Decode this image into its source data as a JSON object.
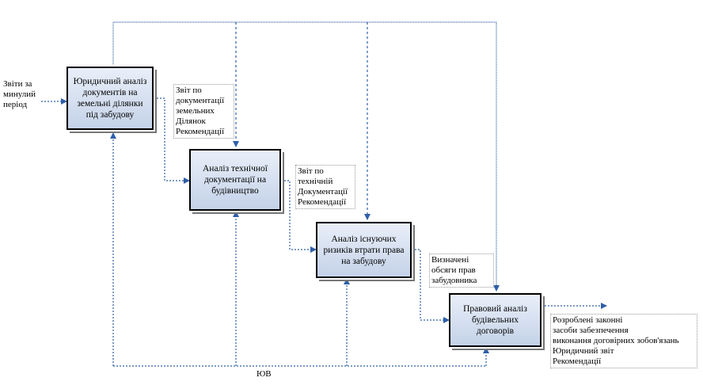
{
  "colors": {
    "arrow": "#2f5fa8",
    "block_top": "#e9eff9",
    "block_bottom": "#c4d2e8",
    "border": "#000000"
  },
  "input": {
    "text": "Звіти за\nминулий\nперіод"
  },
  "blocks": [
    {
      "title": "Юридичний аналіз\nдокументів на\nземельні ділянки\nпід забудову"
    },
    {
      "title": "Аналіз технічної\nдокументації на\nбудівництво"
    },
    {
      "title": "Аналіз існуючих\nризиків втрати права\nна забудову"
    },
    {
      "title": "Правовий аналіз\nбудівельних\nдоговорів"
    }
  ],
  "outputs": [
    {
      "text": "Звіт по\nдокументації\nземельних\nДілянок\nРекомендації"
    },
    {
      "text": "Звіт по\nтехнічній\nДокументації\nРекомендації"
    },
    {
      "text": "Визначені\nобсяги прав\nзабудовника"
    },
    {
      "text": "Розроблені законні\nзасоби забезпечення\nвиконання договірних зобов'язань\nЮридичний звіт\nРекомендації"
    }
  ],
  "mechanism": {
    "label": "ЮВ"
  }
}
